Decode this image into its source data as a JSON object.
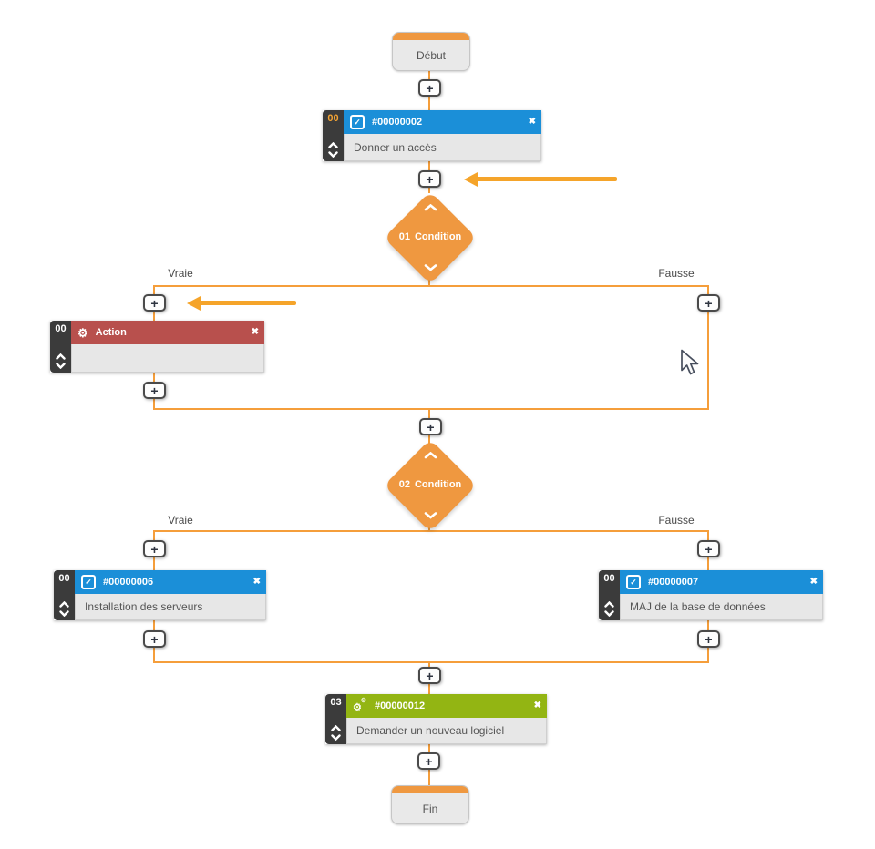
{
  "app": {
    "name": "workflow-editor"
  },
  "colors": {
    "connector_orange": "#F59E3B",
    "diamond_orange": "#EF9840",
    "arrow_orange": "#F5A42A",
    "task_blue": "#1B8FD8",
    "action_red": "#B8504D",
    "task_green": "#93B513",
    "sidebar_dark": "#3B3B3B",
    "body_gray": "#E7E7E7",
    "badge_highlight": "#F5A433"
  },
  "icons": {
    "close": "✖",
    "gear": "⚙",
    "check": "✓",
    "plus": "+"
  },
  "terminators": {
    "start": "Début",
    "end": "Fin"
  },
  "conditions": {
    "c1": {
      "num": "01",
      "label": "Condition",
      "branch_true": "Vraie",
      "branch_false": "Fausse"
    },
    "c2": {
      "num": "02",
      "label": "Condition",
      "branch_true": "Vraie",
      "branch_false": "Fausse"
    }
  },
  "cards": {
    "task1": {
      "badge": "00",
      "title": "#00000002",
      "body": "Donner un accès"
    },
    "action": {
      "badge": "00",
      "title": "Action",
      "body": ""
    },
    "task6": {
      "badge": "00",
      "title": "#00000006",
      "body": "Installation des serveurs"
    },
    "task7": {
      "badge": "00",
      "title": "#00000007",
      "body": "MAJ de la base de données"
    },
    "task12": {
      "badge": "03",
      "title": "#00000012",
      "body": "Demander un nouveau logiciel"
    }
  }
}
